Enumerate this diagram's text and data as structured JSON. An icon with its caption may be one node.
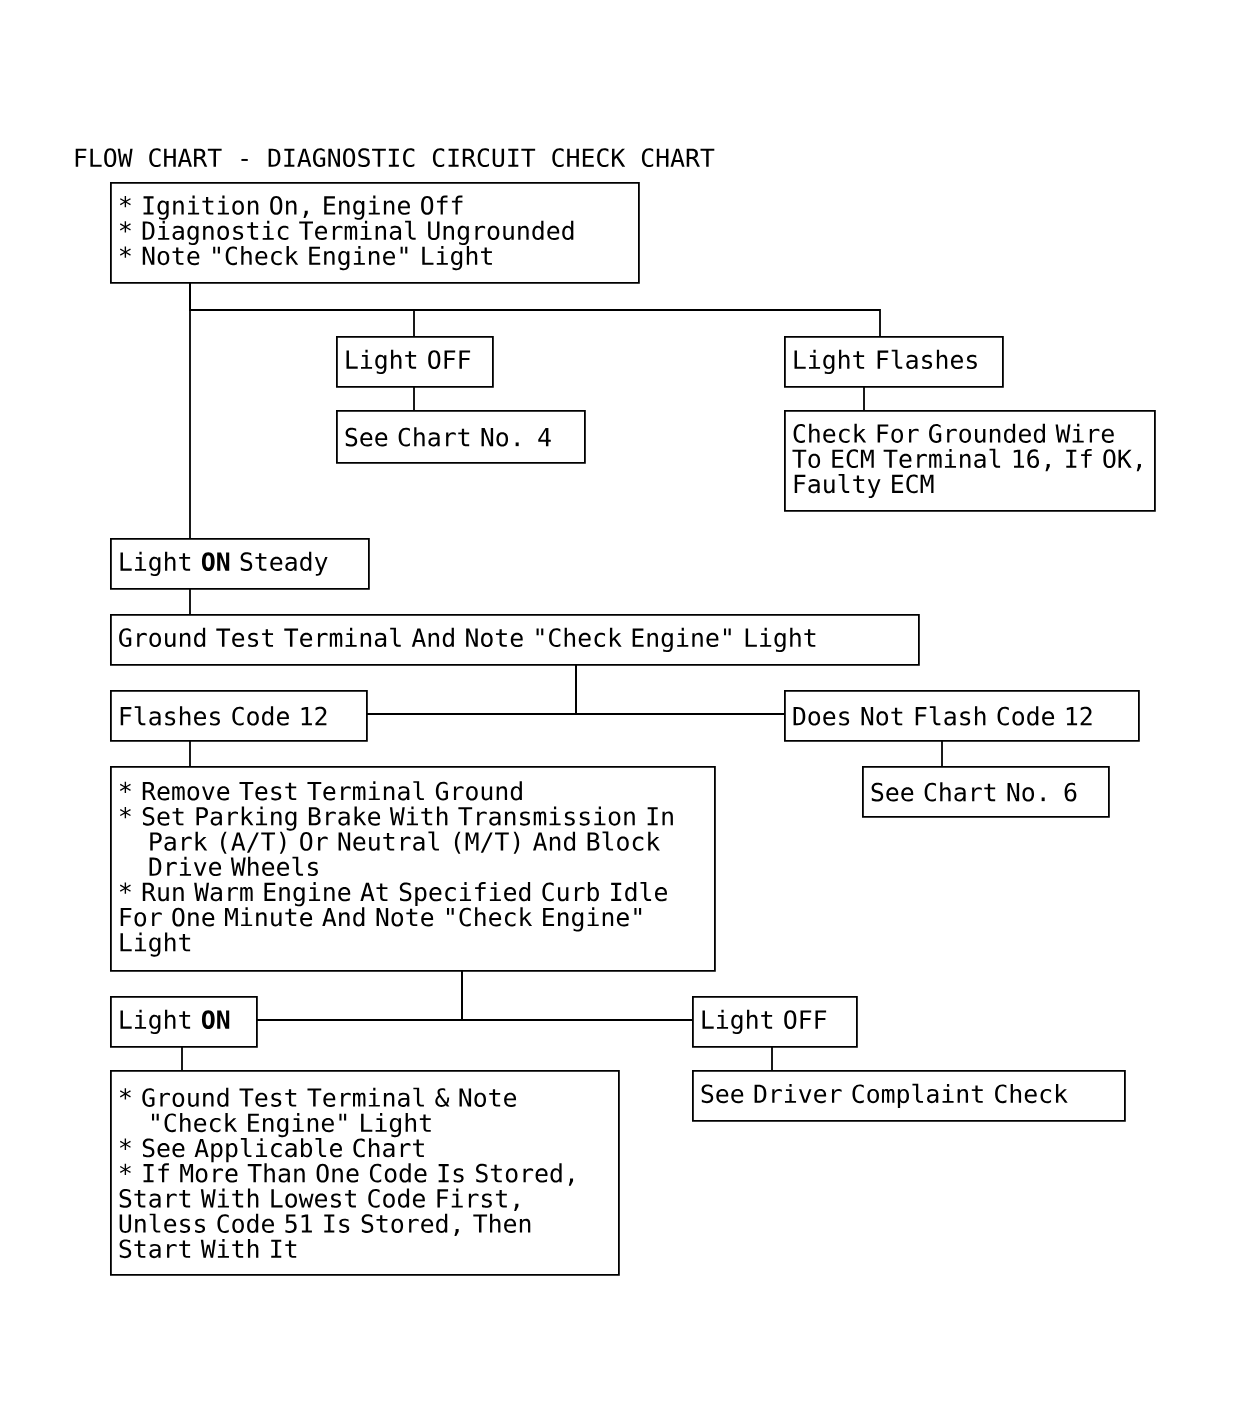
{
  "diagram": {
    "title": "FLOW CHART - DIAGNOSTIC CIRCUIT CHECK CHART",
    "nodes": [
      {
        "text": [
          "* Ignition On, Engine Off",
          "* Diagnostic Terminal Ungrounded",
          "* Note \"Check Engine\" Light"
        ]
      },
      {
        "text": [
          "Light OFF"
        ]
      },
      {
        "text": [
          "Light Flashes"
        ]
      },
      {
        "text": [
          "See Chart No. 4"
        ]
      },
      {
        "text": [
          "Check For Grounded Wire To ECM Terminal 16, If OK, Faulty ECM"
        ]
      },
      {
        "text": [
          "Light **ON** Steady"
        ]
      },
      {
        "text": [
          "Ground Test Terminal And Note \"Check Engine\" Light"
        ]
      },
      {
        "text": [
          "Flashes Code 12"
        ]
      },
      {
        "text": [
          "Does Not Flash Code 12"
        ]
      },
      {
        "text": [
          "* Remove Test Terminal Ground",
          "* Set Parking Brake With Transmission In Park (A/T) Or Neutral (M/T) And Block Drive Wheels",
          "* Run Warm Engine At Specified Curb Idle For One Minute And Note \"Check Engine\" Light"
        ]
      },
      {
        "text": [
          "See Chart No. 6"
        ]
      },
      {
        "text": [
          "Light **ON**"
        ]
      },
      {
        "text": [
          "Light OFF"
        ]
      },
      {
        "text": [
          "* Ground Test Terminal & Note \"Check Engine\" Light",
          "* See Applicable Chart",
          "* If More Than One Code Is Stored, Start With Lowest Code First, Unless Code 51 Is Stored, Then Start With It"
        ]
      },
      {
        "text": [
          "See Driver Complaint Check"
        ]
      }
    ],
    "edges": [
      {
        "from": 0,
        "to": 1,
        "arrow": "none"
      },
      {
        "from": 0,
        "to": 2,
        "arrow": "none"
      },
      {
        "from": 0,
        "to": 5,
        "arrow": "none"
      },
      {
        "from": 1,
        "to": 3,
        "arrow": "none"
      },
      {
        "from": 2,
        "to": 4,
        "arrow": "none"
      },
      {
        "from": 5,
        "to": 6,
        "arrow": "none"
      },
      {
        "from": 6,
        "to": 7,
        "arrow": "none"
      },
      {
        "from": 6,
        "to": 8,
        "arrow": "none"
      },
      {
        "from": 7,
        "to": 9,
        "arrow": "none"
      },
      {
        "from": 8,
        "to": 10,
        "arrow": "none"
      },
      {
        "from": 9,
        "to": 11,
        "arrow": "none"
      },
      {
        "from": 9,
        "to": 12,
        "arrow": "none"
      },
      {
        "from": 11,
        "to": 13,
        "arrow": "none"
      },
      {
        "from": 12,
        "to": 14,
        "arrow": "none"
      }
    ]
  }
}
